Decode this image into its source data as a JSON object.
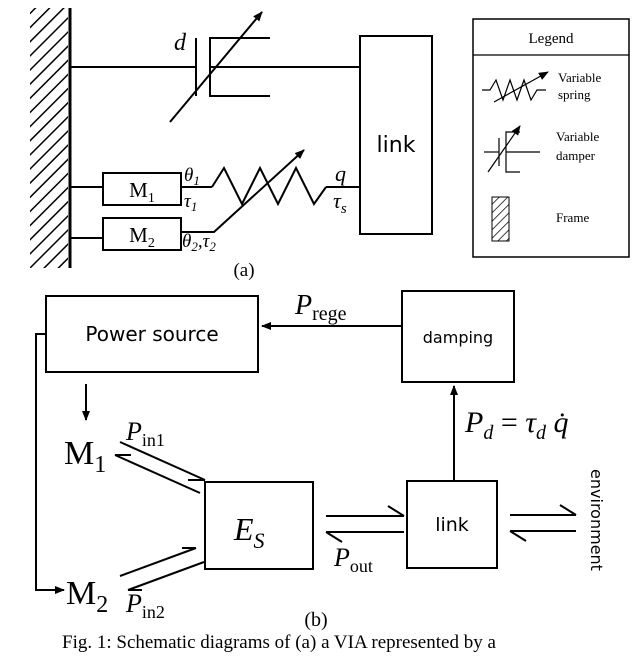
{
  "panel_a": {
    "label": "(a)",
    "damper_label": "d",
    "link_label": "link",
    "motor1": {
      "base": "M",
      "sub": "1"
    },
    "motor2": {
      "base": "M",
      "sub": "2"
    },
    "theta1": {
      "base": "θ",
      "sub": "1"
    },
    "tau1": {
      "base": "τ",
      "sub": "1"
    },
    "theta2_tau2": {
      "base1": "θ",
      "sub1": "2",
      "sep": ",",
      "base2": "τ",
      "sub2": "2"
    },
    "q": "q",
    "tau_s": {
      "base": "τ",
      "sub": "s"
    },
    "legend": {
      "title": "Legend",
      "spring_label_1": "Variable",
      "spring_label_2": "spring",
      "damper_label_1": "Variable",
      "damper_label_2": "damper",
      "frame_label": "Frame"
    }
  },
  "panel_b": {
    "label": "(b)",
    "power_source": "Power source",
    "damping": "damping",
    "link": "link",
    "environment": "environment",
    "es": {
      "base": "E",
      "sub": "S"
    },
    "m1": {
      "base": "M",
      "sub": "1"
    },
    "m2": {
      "base": "M",
      "sub": "2"
    },
    "p_rege": {
      "base": "P",
      "sub": "rege"
    },
    "p_in1": {
      "base": "P",
      "sub": "in1"
    },
    "p_in2": {
      "base": "P",
      "sub": "in2"
    },
    "p_out": {
      "base": "P",
      "sub": "out"
    },
    "p_d": {
      "lhs": "P",
      "lhs_sub": "d",
      "eq": " = ",
      "rhs": "τ",
      "rhs_sub": "d",
      "qdot": "q̇"
    }
  },
  "caption": "Fig. 1: Schematic diagrams of (a) a VIA represented by a"
}
